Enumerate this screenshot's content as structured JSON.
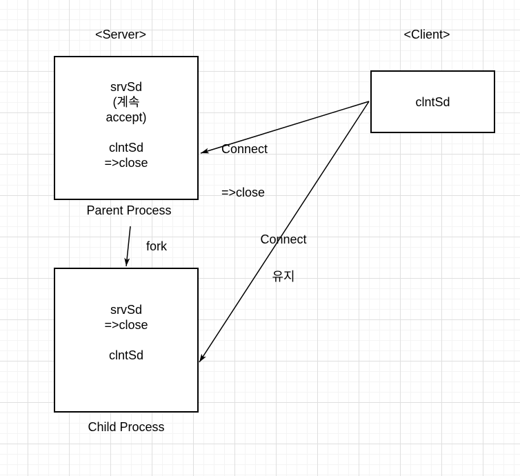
{
  "titles": {
    "server": "<Server>",
    "client": "<Client>"
  },
  "parent_box": {
    "lines": [
      "srvSd",
      "(계속",
      "accept)",
      "",
      "clntSd",
      "=>close"
    ],
    "caption": "Parent Process"
  },
  "client_box": {
    "label": "clntSd"
  },
  "child_box": {
    "lines": [
      "srvSd",
      "=>close",
      "",
      "clntSd",
      ""
    ],
    "caption": "Child Process"
  },
  "edge_labels": {
    "connect_close": {
      "lines": [
        "Connect",
        "=>close"
      ]
    },
    "fork": {
      "label": "fork"
    },
    "connect_keep": {
      "lines": [
        "Connect",
        "유지"
      ]
    }
  },
  "colors": {
    "shape_stroke": "#000000",
    "shape_fill": "#ffffff",
    "text": "#000000",
    "edge_stroke": "#000000",
    "grid_major": "#dfdfdf",
    "grid_minor": "#f4f4f4",
    "background": "#ffffff"
  }
}
